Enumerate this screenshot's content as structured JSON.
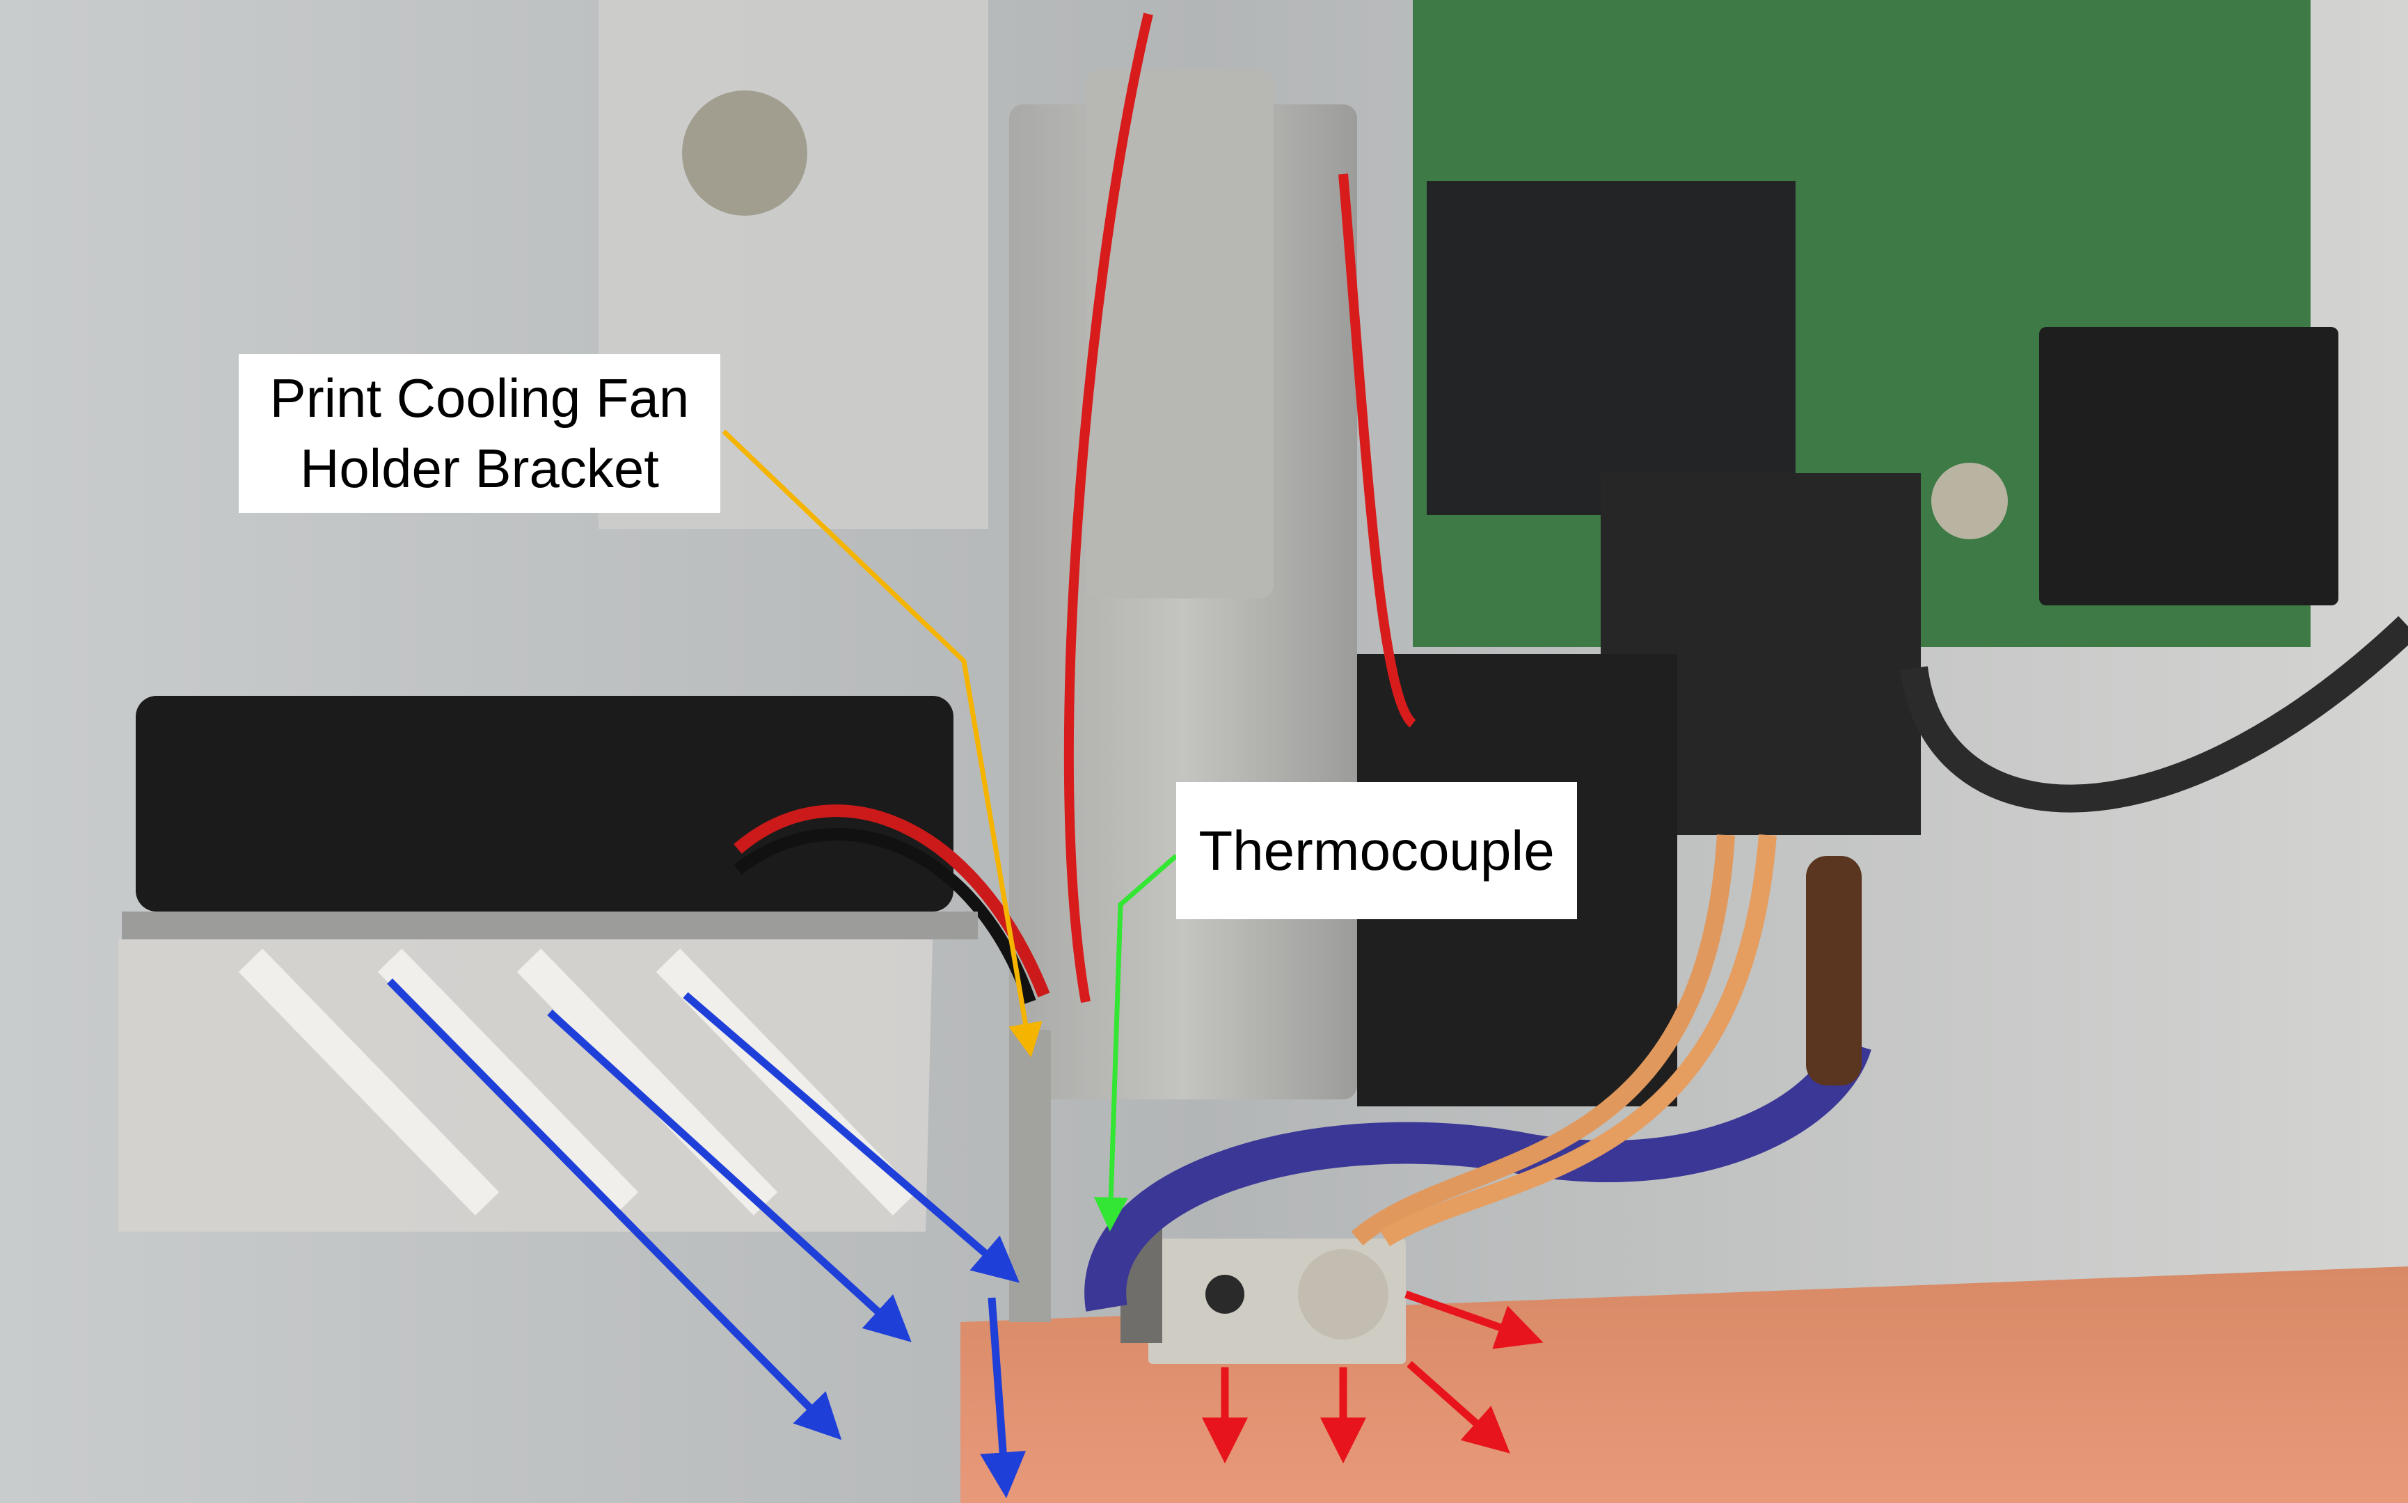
{
  "labels": {
    "fan_bracket_line1": "Print Cooling Fan",
    "fan_bracket_line2": "Holder Bracket",
    "thermocouple": "Thermocouple"
  },
  "colors": {
    "fan_bracket_pointer": "#f5b400",
    "thermocouple_pointer": "#33e633",
    "airflow_arrows": "#1f3fd9",
    "heat_arrows": "#e8141b"
  }
}
